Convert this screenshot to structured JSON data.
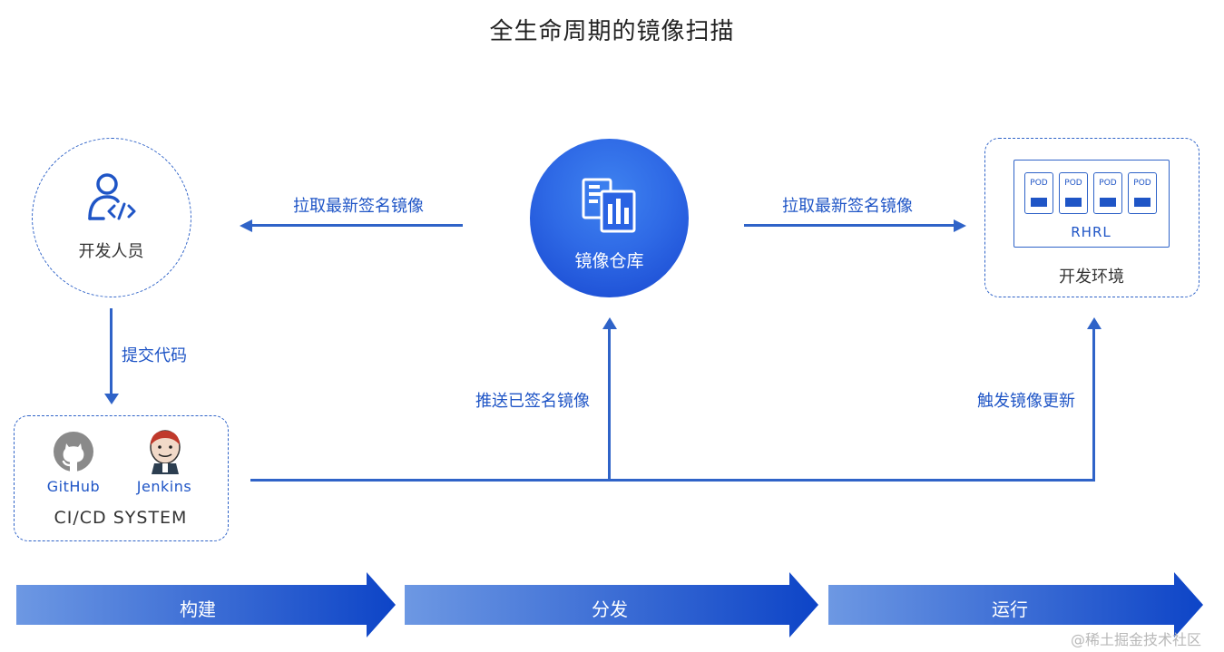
{
  "title": "全生命周期的镜像扫描",
  "developer": {
    "label": "开发人员",
    "icon": "developer-code-icon"
  },
  "cicd": {
    "label": "CI/CD SYSTEM",
    "github": {
      "label": "GitHub",
      "icon": "github-icon"
    },
    "jenkins": {
      "label": "Jenkins",
      "icon": "jenkins-icon"
    }
  },
  "registry": {
    "label": "镜像仓库",
    "icon": "registry-icon"
  },
  "dev_env": {
    "label": "开发环境",
    "cluster_label": "RHRL",
    "pods": [
      "POD",
      "POD",
      "POD",
      "POD"
    ]
  },
  "flows": {
    "pull_left": "拉取最新签名镜像",
    "pull_right": "拉取最新签名镜像",
    "commit_code": "提交代码",
    "push_signed": "推送已签名镜像",
    "trigger_update": "触发镜像更新"
  },
  "phases": [
    "构建",
    "分发",
    "运行"
  ],
  "watermark": "@稀土掘金技术社区",
  "colors": {
    "primary": "#2f63c8",
    "text_blue": "#1f55c6"
  }
}
